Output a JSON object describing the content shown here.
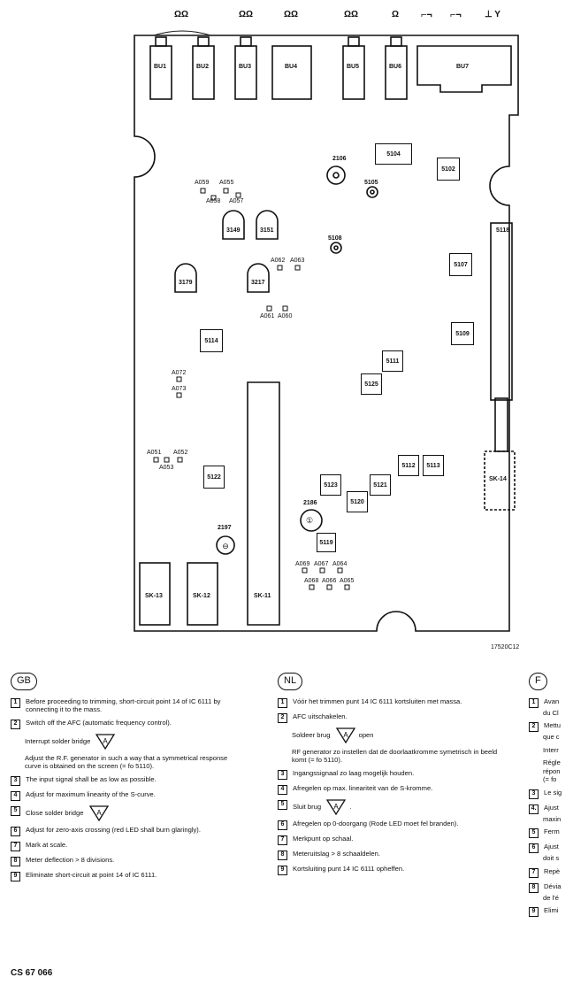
{
  "top_symbols": {
    "s1": "ΩΩ",
    "s2": "ΩΩ",
    "s3": "ΩΩ",
    "s4": "ΩΩ",
    "s5": "Ω",
    "s6": "⌐¬",
    "s7": "⌐¬",
    "s8": "⊥ Y"
  },
  "connectors": {
    "bu1": "BU1",
    "bu2": "BU2",
    "bu3": "BU3",
    "bu4": "BU4",
    "bu5": "BU5",
    "bu6": "BU6",
    "bu7": "BU7",
    "sk11": "SK-11",
    "sk12": "SK-12",
    "sk13": "SK-13",
    "sk14": "SK-14"
  },
  "components": {
    "c5104": "5104",
    "c5102": "5102",
    "c5105": "5105",
    "c2106": "2106",
    "c5108": "5108",
    "c5118": "5118",
    "c3149": "3149",
    "c3151": "3151",
    "c5107": "5107",
    "c3179": "3179",
    "c3217": "3217",
    "c5109": "5109",
    "c5114": "5114",
    "c5111": "5111",
    "c5125": "5125",
    "c5112": "5112",
    "c5113": "5113",
    "c5122": "5122",
    "c5123": "5123",
    "c5121": "5121",
    "c5120": "5120",
    "c2186": "2186",
    "c2197": "2197",
    "c5119": "5119"
  },
  "testpoints": {
    "a059": "A059",
    "a055": "A055",
    "a058": "A058",
    "a057": "A057",
    "a062": "A062",
    "a063": "A063",
    "a061": "A061",
    "a060": "A060",
    "a072": "A072",
    "a073": "A073",
    "a051": "A051",
    "a052": "A052",
    "a053": "A053",
    "a069": "A069",
    "a067": "A067",
    "a064": "A064",
    "a068": "A068",
    "a066": "A066",
    "a065": "A065"
  },
  "drawing_number": "17520C12",
  "gb": {
    "lang": "GB",
    "s1n": "1",
    "s1": "Before proceeding to trimming, short-circuit point 14 of IC 6111 by connecting it to the mass.",
    "s2n": "2",
    "s2": "Switch off the AFC (automatic frequency control).",
    "s2a": "Interrupt solder bridge",
    "s2b": "Adjust the R.F. generator in such a way that a symmetrical response curve is obtained on the screen (= fo 5110).",
    "s3n": "3",
    "s3": "The input signal shall be as low as possible.",
    "s4n": "4",
    "s4": "Adjust for maximum linearity of the S-curve.",
    "s5n": "5",
    "s5": "Close solder bridge",
    "s6n": "6",
    "s6": "Adjust for zero-axis crossing (red LED shall burn glaringly).",
    "s7n": "7",
    "s7": "Mark at scale.",
    "s8n": "8",
    "s8": "Meter deflection > 8 divisions.",
    "s9n": "9",
    "s9": "Eliminate short-circuit at point 14 of IC 6111."
  },
  "nl": {
    "lang": "NL",
    "s1n": "1",
    "s1": "Vóór het trimmen punt 14 IC 6111 kortsluiten met massa.",
    "s2n": "2",
    "s2": "AFC uitschakelen.",
    "s2a": "Soldeer brug",
    "s2a2": "open",
    "s2b": "RF generator zo instellen dat de doorlaatkromme symetrisch in beeld komt (= fo 5110).",
    "s3n": "3",
    "s3": "Ingangssignaal zo laag mogelijk houden.",
    "s4n": "4",
    "s4": "Afregelen op max. lineariteit van de S-kromme.",
    "s5n": "5",
    "s5": "Sluit brug",
    "s6n": "6",
    "s6": "Afregelen op 0-doorgang (Rode LED moet fel branden).",
    "s7n": "7",
    "s7": "Merkpunt op schaal.",
    "s8n": "8",
    "s8": "Meteruitslag > 8 schaaldelen.",
    "s9n": "9",
    "s9": "Kortsluiting punt 14 IC 6111 opheffen."
  },
  "fr": {
    "lang": "F",
    "s1n": "1",
    "s1": "Avan",
    "s1b": "du Cl",
    "s2n": "2",
    "s2": "Mettu",
    "s2b": "que c",
    "s2c": "Interr",
    "s2d": "Régle",
    "s2e": "répon",
    "s2f": "(= fo",
    "s3n": "3",
    "s3": "Le sig",
    "s4n": "4.",
    "s4": "Ajust",
    "s4b": "maxin",
    "s5n": "5",
    "s5": "Ferm",
    "s6n": "6",
    "s6": "Ajust",
    "s6b": "doit s",
    "s7n": "7",
    "s7": "Repè",
    "s8n": "8",
    "s8": "Dévia",
    "s8b": "de l'é",
    "s9n": "9",
    "s9": "Elimi"
  },
  "triangle_label": "A",
  "document_code": "CS 67 066"
}
